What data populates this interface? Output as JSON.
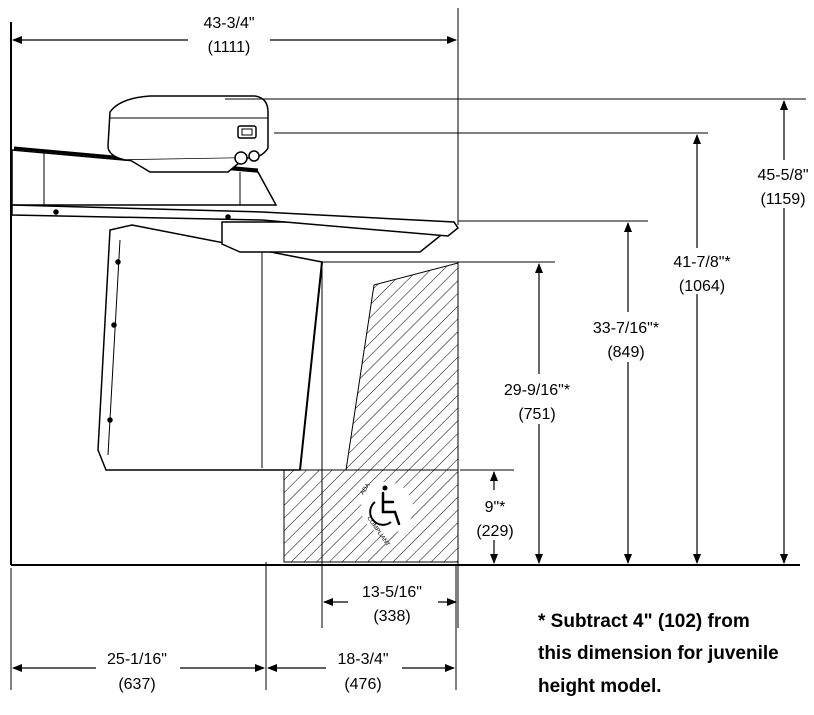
{
  "dimensions": {
    "overall_width": {
      "imperial": "43-3/4\"",
      "metric": "(1111)"
    },
    "overall_height": {
      "imperial": "45-5/8\"",
      "metric": "(1159)"
    },
    "spout_height": {
      "imperial": "41-7/8\"*",
      "metric": "(1064)"
    },
    "rim_height": {
      "imperial": "33-7/16\"*",
      "metric": "(849)"
    },
    "knee_clearance": {
      "imperial": "29-9/16\"*",
      "metric": "(751)"
    },
    "toe_clearance": {
      "imperial": "9\"*",
      "metric": "(229)"
    },
    "knee_depth": {
      "imperial": "13-5/16\"",
      "metric": "(338)"
    },
    "wall_to_front": {
      "imperial": "25-1/16\"",
      "metric": "(637)"
    },
    "front_to_edge": {
      "imperial": "18-3/4\"",
      "metric": "(476)"
    }
  },
  "footnote": {
    "line1": "* Subtract 4\" (102) from",
    "line2": "this dimension for juvenile",
    "line3": "height model."
  },
  "ada_seal": {
    "text_top": "ADA",
    "text_bottom": "COMPLIANT"
  }
}
